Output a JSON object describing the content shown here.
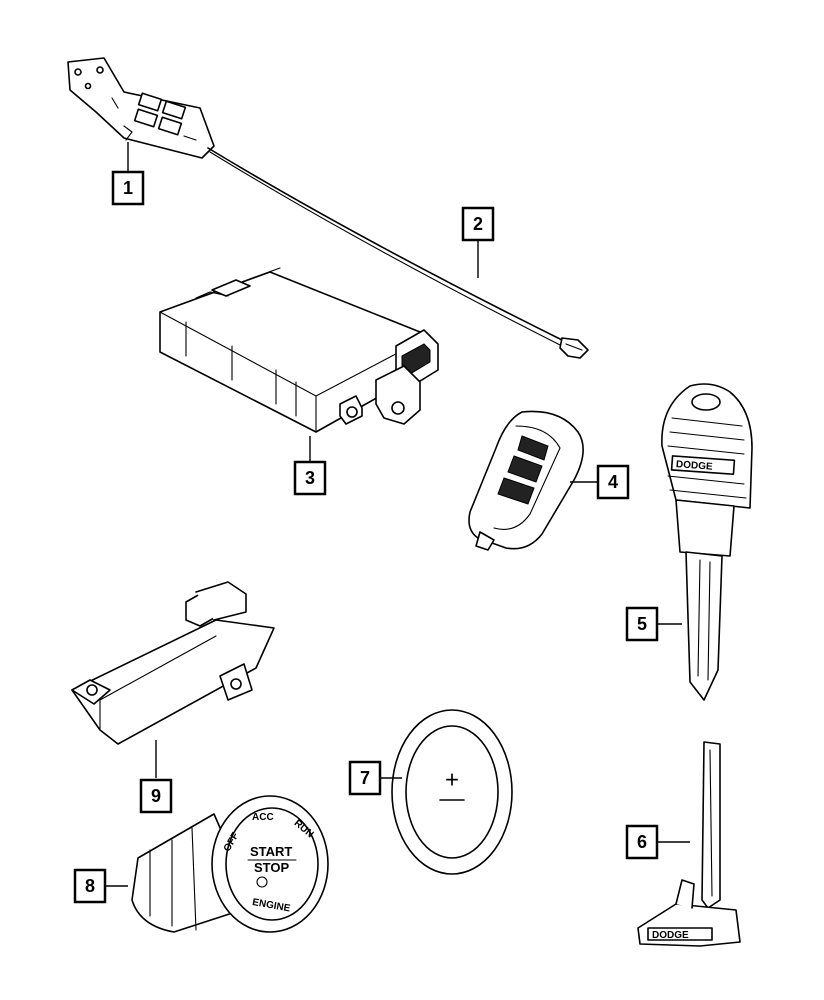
{
  "callouts": [
    "1",
    "2",
    "3",
    "4",
    "5",
    "6",
    "7",
    "8",
    "9"
  ],
  "brand": "DODGE",
  "ignition_labels": {
    "acc": "ACC",
    "run": "RUN",
    "off": "OFF",
    "start": "START",
    "stop": "STOP",
    "engine": "ENGINE"
  },
  "battery_symbol": "+"
}
